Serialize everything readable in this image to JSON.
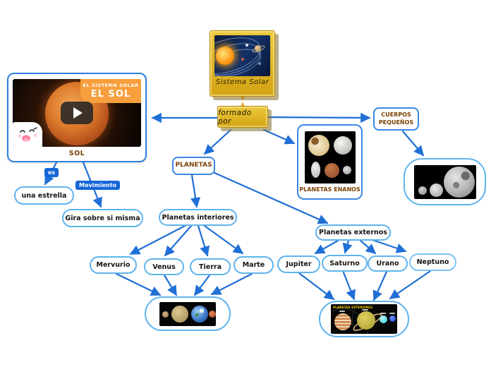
{
  "root": {
    "caption": "Sistema Solar"
  },
  "edge": {
    "formado_por": "formado por",
    "es": "es",
    "movimiento": "Movimiento"
  },
  "sol": {
    "caption": "SOL",
    "banner_line1": "EL SISTEMA SOLAR",
    "banner_line2": "EL SOL"
  },
  "nodes": {
    "una_estrella": "una estrella",
    "gira": "Gira sobre si misma",
    "planetas": "PLANETAS",
    "cuerpos_pequenos": "CUERPOS PEQUEÑOS",
    "planetas_enanos": "PLANETAS ENANOS",
    "interiores": "Planetas interiores",
    "externos": "Planetas externos",
    "inner": [
      "Mervurio",
      "Venus",
      "Tierra",
      "Marte"
    ],
    "outer": [
      "Jupiter",
      "Saturno",
      "Urano",
      "Neptuno"
    ]
  },
  "images": {
    "outer_title": "PLANETAS EXTERIORES"
  },
  "colors": {
    "edge_blue": "#1f6fd6",
    "outline_border": "#5fb3ee",
    "topic_border": "#3c87e2",
    "gold_node": "#d9ab18",
    "topic_text_brown": "#7b3f00",
    "edge_label_bg": "#1565d8",
    "video_banner_orange": "#f79f3d"
  }
}
